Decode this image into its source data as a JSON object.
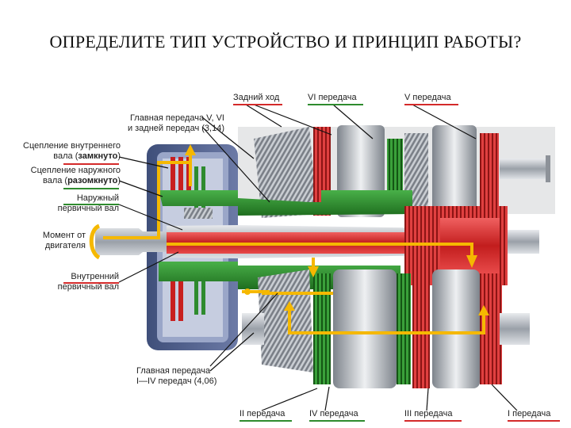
{
  "title": "ОПРЕДЕЛИТЕ ТИП УСТРОЙСТВО  И ПРИНЦИП РАБОТЫ?",
  "labels": {
    "main_gear_v_vi_1": "Главная передача V, VI",
    "main_gear_v_vi_2": "и задней передач (3,14)",
    "clutch_inner_1": "Сцепление внутреннего",
    "clutch_inner_2a": "вала (",
    "clutch_inner_2b": "замкнуто",
    "clutch_inner_2c": ")",
    "clutch_outer_1": "Сцепление наружного",
    "clutch_outer_2a": "вала (",
    "clutch_outer_2b": "разомкнуто",
    "clutch_outer_2c": ")",
    "outer_shaft_1": "Наружный",
    "outer_shaft_2": "первичный вал",
    "engine_torque_1": "Момент от",
    "engine_torque_2": "двигателя",
    "inner_shaft_1": "Внутренний",
    "inner_shaft_2": "первичный вал",
    "reverse": "Задний ход",
    "gear_vi": "VI передача",
    "gear_v": "V передача",
    "main_gear_i_iv_1": "Главная передача",
    "main_gear_i_iv_2": "I—IV передач (4,06)",
    "gear_ii": "II передача",
    "gear_iv": "IV передача",
    "gear_iii": "III передача",
    "gear_i": "I передача"
  },
  "colors": {
    "red": "#d42a2a",
    "green": "#2e8b2e",
    "yellow_arrow": "#f5b800",
    "metal": "#b8bcc2"
  }
}
